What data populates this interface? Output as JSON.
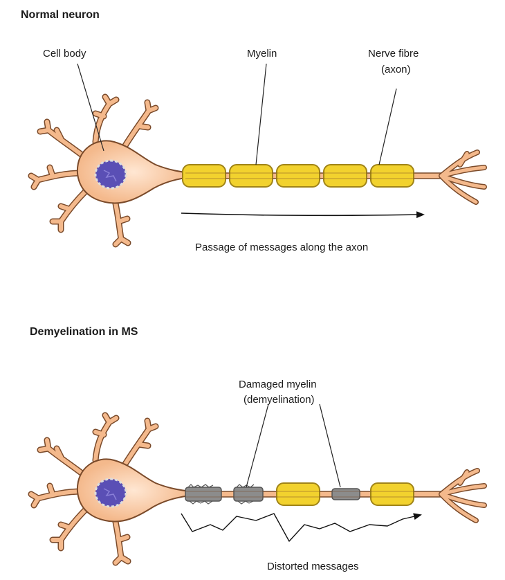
{
  "panels": {
    "normal": {
      "title": "Normal neuron",
      "labels": {
        "cell_body": "Cell body",
        "myelin": "Myelin",
        "nerve_fibre_1": "Nerve fibre",
        "nerve_fibre_2": "(axon)"
      },
      "caption": "Passage of messages along the axon"
    },
    "ms": {
      "title": "Demyelination in MS",
      "labels": {
        "damaged_1": "Damaged myelin",
        "damaged_2": "(demyelination)"
      },
      "caption": "Distorted messages"
    }
  },
  "colors": {
    "neuron_fill": "#f4b98c",
    "neuron_stroke": "#7a4a2a",
    "myelin": "#f2d22e",
    "myelin_stroke": "#a08418",
    "damaged_myelin": "#8c8c8c",
    "nucleus": "#5a4fb5",
    "arrow": "#111111"
  },
  "icons": {
    "signal_arrow": "arrow-right-icon",
    "distorted_signal": "zigzag-arrow-icon"
  }
}
